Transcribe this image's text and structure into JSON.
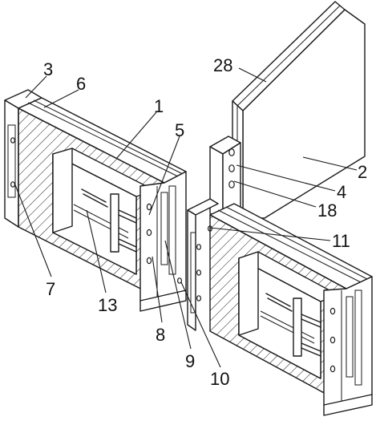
{
  "callouts": {
    "c1": "1",
    "c2": "2",
    "c3": "3",
    "c4": "4",
    "c5": "5",
    "c6": "6",
    "c7": "7",
    "c8": "8",
    "c9": "9",
    "c10": "10",
    "c11": "11",
    "c13": "13",
    "c18": "18",
    "c28": "28"
  }
}
